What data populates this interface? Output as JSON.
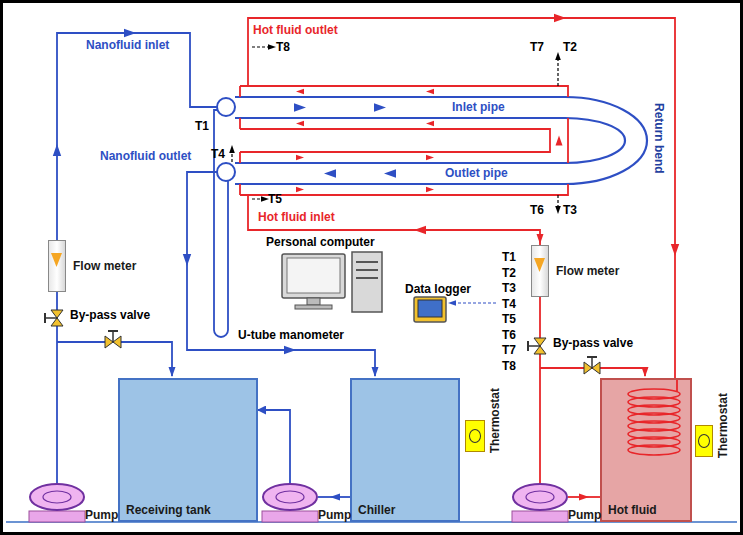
{
  "diagram": {
    "nodes": [
      {
        "text": [
          "Flow meter"
        ]
      },
      {
        "text": [
          "Flow meter"
        ]
      },
      {
        "text": [
          "Receiving tank"
        ]
      },
      {
        "text": [
          "Chiller"
        ]
      },
      {
        "text": [
          "Thermostat"
        ]
      },
      {
        "text": [
          "Hot fluid"
        ]
      },
      {
        "text": [
          "Thermostat"
        ]
      },
      {
        "text": [
          "Pump"
        ]
      },
      {
        "text": [
          "Pump"
        ]
      },
      {
        "text": [
          "Pump"
        ]
      }
    ],
    "edges": [
      {
        "from": 7,
        "to": 0,
        "arrow": "none"
      },
      {
        "from": 9,
        "to": 1,
        "arrow": "none"
      },
      {
        "from": 8,
        "to": 2,
        "arrow": "to"
      }
    ],
    "labels": [
      "Hot fluid outlet",
      "T8",
      "T7",
      "T2",
      "Nanofluid inlet",
      "Inlet pipe",
      "T1",
      "Return bend",
      "Nanofluid outlet",
      "T4",
      "Outlet pipe",
      "T5",
      "T6",
      "T3",
      "Hot fluid inlet",
      "Personal computer",
      "Data logger",
      "T1",
      "T2",
      "T3",
      "T4",
      "T5",
      "T6",
      "T7",
      "T8",
      "U-tube manometer",
      "By-pass valve",
      "By-pass valve"
    ]
  }
}
